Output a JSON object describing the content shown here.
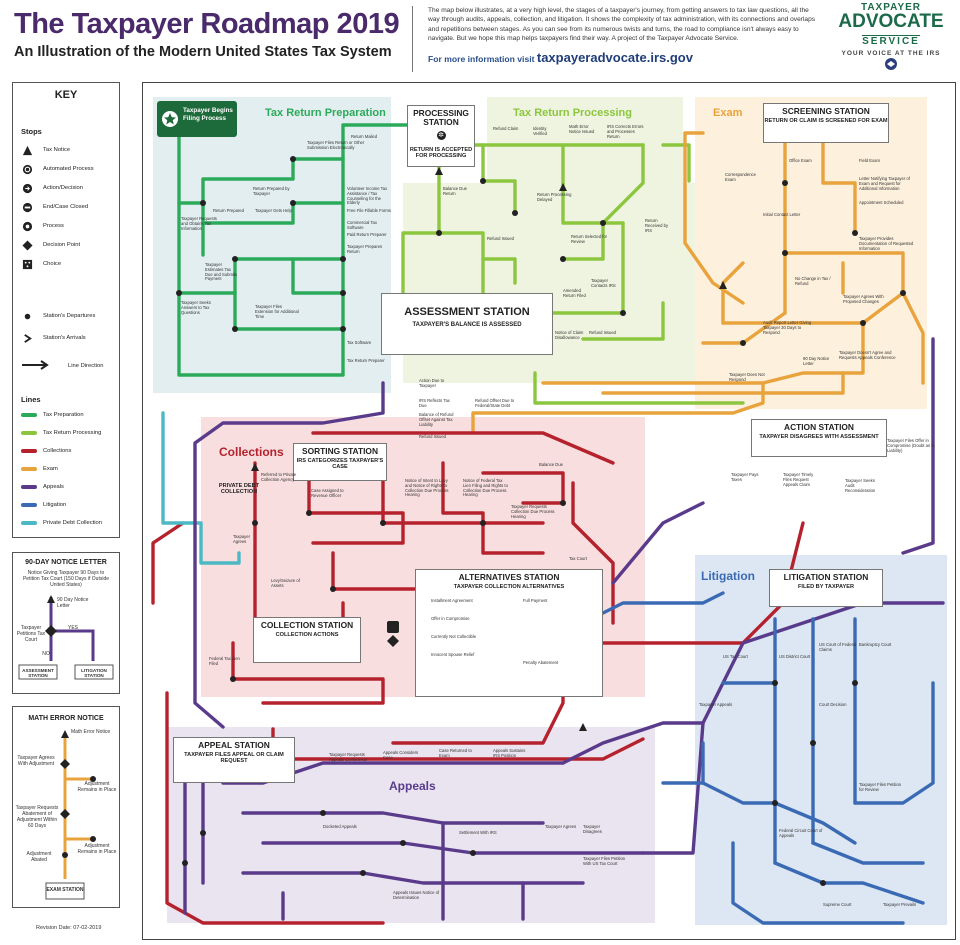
{
  "header": {
    "title": "The Taxpayer Roadmap 2019",
    "subtitle": "An Illustration of the Modern United States Tax System",
    "intro_text": "The map below illustrates, at a very high level, the stages of a taxpayer's journey, from getting answers to tax law questions, all the way through audits, appeals, collection, and litigation. It shows the complexity of tax administration, with its connections and overlaps and repetitions between stages. As you can see from its numerous twists and turns, the road to compliance isn't always easy to navigate. But we hope this map helps taxpayers find their way. A project of the Taxpayer Advocate Service.",
    "info_prefix": "For more information visit",
    "info_url": "taxpayeradvocate.irs.gov"
  },
  "logo": {
    "line1": "TAXPAYER",
    "line2": "ADVOCATE",
    "line3": "SERVICE",
    "tagline": "YOUR VOICE AT THE IRS"
  },
  "colors": {
    "tax_preparation": "#2bab5a",
    "tax_return_processing": "#8cc63f",
    "collections": "#b5222d",
    "exam": "#e8a33c",
    "appeals": "#5a3a8a",
    "litigation": "#3a6ab4",
    "private_debt_collection": "#4bb8c4"
  },
  "key": {
    "title": "KEY",
    "stops_title": "Stops",
    "stops": [
      "Tax Notice",
      "Automated Process",
      "Action/Decision",
      "End/Case Closed",
      "Process",
      "Decision Point",
      "Choice"
    ],
    "departures": "Station's Departures",
    "arrivals": "Station's Arrivals",
    "line_direction": "Line Direction",
    "lines_title": "Lines",
    "lines": [
      "Tax Preparation",
      "Tax Return Processing",
      "Collections",
      "Exam",
      "Appeals",
      "Litigation",
      "Private Debt Collection"
    ]
  },
  "notice90": {
    "title": "90-DAY NOTICE LETTER",
    "desc": "Notice Giving Taxpayer 90 Days to Petition Tax Court (150 Days if Outside United States)",
    "stop1": "90 Day Notice Letter",
    "stop2": "Taxpayer Petitions Tax Court",
    "no": "NO",
    "yes": "YES",
    "dest1": "ASSESSMENT STATION",
    "dest2": "LITIGATION STATION"
  },
  "math_error": {
    "title": "MATH ERROR NOTICE",
    "stop1": "Math Error Notice",
    "stop2": "Taxpayer Agrees With Adjustment",
    "stop3": "Adjustment Remains in Place",
    "stop4": "Taxpayer Requests Abatement of Adjustment Within 60 Days",
    "stop5": "Adjustment Abated",
    "stop6": "Adjustment Remains in Place",
    "dest": "EXAM STATION"
  },
  "revision": "Revision Date: 07-02-2019",
  "zones": {
    "tax_prep": "Tax Return Preparation",
    "processing": "Tax Return Processing",
    "exam": "Exam",
    "collections": "Collections",
    "litigation": "Litigation",
    "appeals": "Appeals"
  },
  "start": {
    "label": "Taxpayer Begins Filing Process"
  },
  "stations": {
    "processing": {
      "name": "PROCESSING STATION",
      "desc": "RETURN IS ACCEPTED FOR PROCESSING"
    },
    "screening": {
      "name": "SCREENING STATION",
      "desc": "RETURN OR CLAIM IS SCREENED FOR EXAM"
    },
    "assessment": {
      "name": "ASSESSMENT STATION",
      "desc": "TAXPAYER'S BALANCE IS ASSESSED"
    },
    "action": {
      "name": "ACTION STATION",
      "desc": "TAXPAYER DISAGREES WITH ASSESSMENT"
    },
    "sorting": {
      "name": "SORTING STATION",
      "desc": "IRS CATEGORIZES TAXPAYER'S CASE"
    },
    "private_debt": {
      "name": "PRIVATE DEBT COLLECTION"
    },
    "alternatives": {
      "name": "ALTERNATIVES STATION",
      "desc": "TAXPAYER COLLECTION ALTERNATIVES"
    },
    "collection": {
      "name": "COLLECTION STATION",
      "desc": "COLLECTION ACTIONS"
    },
    "litigation": {
      "name": "LITIGATION STATION",
      "desc": "FILED BY TAXPAYER"
    },
    "appeal": {
      "name": "APPEAL STATION",
      "desc": "TAXPAYER FILES APPEAL OR CLAIM REQUEST"
    }
  },
  "labels": {
    "tp1": "Return Mailed",
    "tp2": "Taxpayer Files Return or Other Submission Electronically",
    "tp3": "Return Prepared by Taxpayer",
    "tp4": "Return Prepared",
    "tp5": "Taxpayer Gets Help",
    "tp6": "Taxpayer Requests and Obtains Tax Information",
    "tp7": "Taxpayer Estimates Tax Due and Submits Payment",
    "tp8": "Taxpayer Seeks Answers to Tax Questions",
    "tp9": "Volunteer Income Tax Assistance / Tax Counseling for the Elderly",
    "tp10": "Free File Fillable Forms",
    "tp11": "Commercial Tax Software",
    "tp12": "Paid Return Preparer",
    "tp13": "Taxpayer Prepares Return",
    "tp14": "Tax Software",
    "tp15": "Tax Return Preparer",
    "tp16": "Taxpayer Files Extension for Additional Time",
    "pr1": "Refund Claim",
    "pr2": "Identity Verified",
    "pr3": "Math Error Notice Issued",
    "pr4": "IRS Corrects Errors and Processes Return",
    "pr5": "Refund Issued",
    "pr6": "Return Processing Delayed",
    "pr7": "Balance Due Return",
    "pr8": "Return Received by IRS",
    "pr9": "Return Selected for Review",
    "pr10": "Taxpayer Contacts IRS",
    "pr11": "Notice of Claim Disallowance",
    "pr12": "Refund Issued",
    "pr13": "Amended Return Filed",
    "ex1": "Correspondence Exam",
    "ex2": "Office Exam",
    "ex3": "Field Exam",
    "ex4": "Letter Notifying Taxpayer of Exam and Request for Additional Information",
    "ex5": "Appointment Scheduled",
    "ex6": "Taxpayer Provides Documentation of Requested Information",
    "ex7": "Initial Contact Letter",
    "ex8": "No Change in Tax / Refund",
    "ex9": "Taxpayer Agrees With Proposed Changes",
    "ex10": "Audit Report Letter Giving Taxpayer 30 Days to Respond",
    "ex11": "Taxpayer Does Not Respond",
    "ex12": "Taxpayer Doesn't Agree and Requests Appeals Conference",
    "ex13": "90 Day Notice Letter",
    "as1": "Action Due to Taxpayer",
    "as2": "IRS Reflects Tax Due",
    "as3": "Balance of Refund Offset Against Tax Liability",
    "as4": "Refund Offset Due to Federal/State Debt",
    "as5": "Refund Issued",
    "as6": "Balance Due",
    "ac1": "Taxpayer Pays Taxes",
    "ac2": "Taxpayer Timely Files Request Appeals Claim",
    "ac3": "Taxpayer Seeks Audit Reconsideration",
    "ac4": "Taxpayer Files Offer in Compromise (Doubt as to Liability)",
    "co1": "Notice of Intent to Levy and Notice of Rights to Collection Due Process Hearing",
    "co2": "Notice of Federal Tax Lien Filing and Rights to Collection Due Process Hearing",
    "co3": "Taxpayer Requests Collection Due Process Hearing",
    "co4": "Case Assigned to Revenue Officer",
    "co5": "Referred to Private Collection Agency",
    "co6": "Taxpayer Agrees",
    "co7": "Levy/Seizure of Assets",
    "co8": "Federal Tax Lien Filed",
    "co9": "Tax Court",
    "al1": "Installment Agreement",
    "al2": "Offer in Compromise",
    "al3": "Currently Not Collectible",
    "al4": "Innocent Spouse Relief",
    "al5": "Full Payment",
    "al6": "Penalty Abatement",
    "ap1": "Taxpayer Requests Appeals Conference",
    "ap2": "Appeals Considers Case",
    "ap3": "Case Returned to Exam",
    "ap4": "Appeals Sustains IRS Position",
    "ap5": "Settlement With IRS",
    "ap6": "Appeals Issues Notice of Determination",
    "ap7": "Taxpayer Agrees",
    "ap8": "Taxpayer Disagrees",
    "ap9": "Docketed Appeals",
    "ap10": "Taxpayer Files Petition With US Tax Court",
    "li1": "US Tax Court",
    "li2": "US District Court",
    "li3": "US Court of Federal Claims",
    "li4": "Bankruptcy Court",
    "li5": "Taxpayer Appeals",
    "li6": "Court Decision",
    "li7": "Federal Circuit Court of Appeals",
    "li8": "Taxpayer Files Petition for Review",
    "li9": "Supreme Court",
    "li10": "Taxpayer Prevails"
  }
}
